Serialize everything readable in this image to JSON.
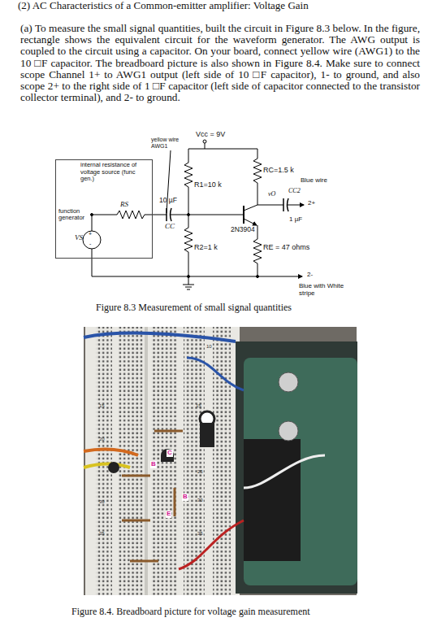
{
  "diagram": {
    "title": "(2) AC Characteristics of a Common-emitter amplifier: Voltage Gain",
    "nodes": [
      {
        "text": [
          "internal resistance of voltage source (func gen.)"
        ]
      }
    ],
    "labels": [
      "(a) To measure the small signal quantities, built the circuit in Figure 8.3 below. In the figure, rectangle shows the equivalent circuit for the waveform generator. The AWG output is coupled to the circuit using a capacitor. On your board, connect yellow wire (AWG1) to the 10 □F capacitor. The breadboard picture is also shown in Figure 8.4. Make sure to connect scope Channel 1+ to AWG1 output (left side of 10 □F capacitor), 1- to ground, and also scope 2+ to the right side of 1 □F capacitor (left side of capacitor connected to the transistor collector terminal), and 2- to ground.",
      "yellow wire AWG1",
      "Vcc = 9V",
      "function generator",
      "RS",
      "10 µF",
      "CC",
      "VS",
      "+",
      "-",
      "R1=10 k",
      "RC=1.5 k",
      "vO",
      "CC2",
      "Blue wire",
      "2+",
      "2N3904",
      "1 µF",
      "R2=1 k",
      "RE = 47 ohms",
      "2-",
      "Blue with White stripe",
      "Figure 8.3 Measurement of small signal quantities",
      "B",
      "C",
      "B",
      "E",
      "10",
      "15",
      "15",
      "20",
      "25",
      "30",
      "30",
      "35",
      "35",
      "Figure 8.4. Breadboard picture for voltage gain measurement"
    ]
  }
}
